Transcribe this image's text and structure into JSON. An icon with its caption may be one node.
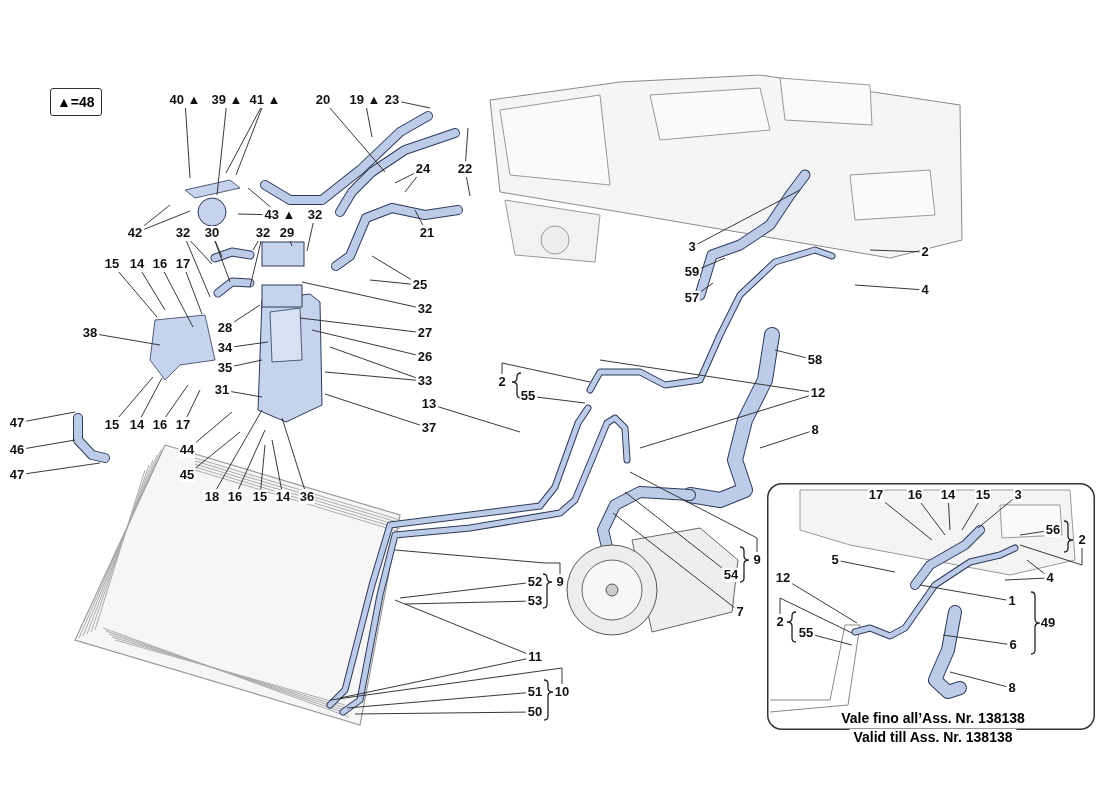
{
  "diagram": {
    "nodes": [
      {
        "text": [
          "▲=48"
        ]
      },
      {
        "text": [
          "40 ▲"
        ]
      },
      {
        "text": [
          "39 ▲"
        ]
      },
      {
        "text": [
          "41 ▲"
        ]
      },
      {
        "text": [
          "20"
        ]
      },
      {
        "text": [
          "19 ▲"
        ]
      },
      {
        "text": [
          "23"
        ]
      },
      {
        "text": [
          "24"
        ]
      },
      {
        "text": [
          "22"
        ]
      },
      {
        "text": [
          "43 ▲"
        ]
      },
      {
        "text": [
          "32"
        ]
      },
      {
        "text": [
          "42"
        ]
      },
      {
        "text": [
          "32"
        ]
      },
      {
        "text": [
          "30"
        ]
      },
      {
        "text": [
          "32"
        ]
      },
      {
        "text": [
          "29"
        ]
      },
      {
        "text": [
          "21"
        ]
      },
      {
        "text": [
          "15"
        ]
      },
      {
        "text": [
          "14"
        ]
      },
      {
        "text": [
          "16"
        ]
      },
      {
        "text": [
          "17"
        ]
      },
      {
        "text": [
          "25"
        ]
      },
      {
        "text": [
          "32"
        ]
      },
      {
        "text": [
          "28"
        ]
      },
      {
        "text": [
          "27"
        ]
      },
      {
        "text": [
          "38"
        ]
      },
      {
        "text": [
          "34"
        ]
      },
      {
        "text": [
          "26"
        ]
      },
      {
        "text": [
          "35"
        ]
      },
      {
        "text": [
          "33"
        ]
      },
      {
        "text": [
          "31"
        ]
      },
      {
        "text": [
          "37"
        ]
      },
      {
        "text": [
          "15"
        ]
      },
      {
        "text": [
          "14"
        ]
      },
      {
        "text": [
          "16"
        ]
      },
      {
        "text": [
          "17"
        ]
      },
      {
        "text": [
          "47"
        ]
      },
      {
        "text": [
          "46"
        ]
      },
      {
        "text": [
          "47"
        ]
      },
      {
        "text": [
          "44"
        ]
      },
      {
        "text": [
          "45"
        ]
      },
      {
        "text": [
          "18"
        ]
      },
      {
        "text": [
          "16"
        ]
      },
      {
        "text": [
          "15"
        ]
      },
      {
        "text": [
          "14"
        ]
      },
      {
        "text": [
          "36"
        ]
      },
      {
        "text": [
          "3"
        ]
      },
      {
        "text": [
          "2"
        ]
      },
      {
        "text": [
          "59"
        ]
      },
      {
        "text": [
          "4"
        ]
      },
      {
        "text": [
          "57"
        ]
      },
      {
        "text": [
          "58"
        ]
      },
      {
        "text": [
          "2"
        ]
      },
      {
        "text": [
          "12"
        ]
      },
      {
        "text": [
          "55"
        ]
      },
      {
        "text": [
          "13"
        ]
      },
      {
        "text": [
          "8"
        ]
      },
      {
        "text": [
          "9"
        ]
      },
      {
        "text": [
          "54"
        ]
      },
      {
        "text": [
          "7"
        ]
      },
      {
        "text": [
          "52"
        ]
      },
      {
        "text": [
          "9"
        ]
      },
      {
        "text": [
          "53"
        ]
      },
      {
        "text": [
          "11"
        ]
      },
      {
        "text": [
          "51"
        ]
      },
      {
        "text": [
          "10"
        ]
      },
      {
        "text": [
          "50"
        ]
      },
      {
        "text": [
          "Vale fino all’Ass. Nr. 138138",
          "Valid till Ass. Nr. 138138"
        ]
      },
      {
        "text": [
          "17"
        ],
        "in": 67
      },
      {
        "text": [
          "16"
        ],
        "in": 67
      },
      {
        "text": [
          "14"
        ],
        "in": 67
      },
      {
        "text": [
          "15"
        ],
        "in": 67
      },
      {
        "text": [
          "3"
        ],
        "in": 67
      },
      {
        "text": [
          "56"
        ],
        "in": 67
      },
      {
        "text": [
          "2"
        ],
        "in": 67
      },
      {
        "text": [
          "5"
        ],
        "in": 67
      },
      {
        "text": [
          "4"
        ],
        "in": 67
      },
      {
        "text": [
          "12"
        ],
        "in": 67
      },
      {
        "text": [
          "1"
        ],
        "in": 67
      },
      {
        "text": [
          "2"
        ],
        "in": 67
      },
      {
        "text": [
          "55"
        ],
        "in": 67
      },
      {
        "text": [
          "6"
        ],
        "in": 67
      },
      {
        "text": [
          "8"
        ],
        "in": 67
      },
      {
        "text": [
          "49"
        ],
        "in": 67
      }
    ],
    "edges": [
      {
        "from": 1,
        "to": null,
        "arrow": "none"
      },
      {
        "from": 2,
        "to": null,
        "arrow": "none"
      },
      {
        "from": 3,
        "to": null,
        "arrow": "none"
      },
      {
        "from": 3,
        "to": null,
        "arrow": "none"
      },
      {
        "from": 4,
        "to": null,
        "arrow": "none"
      },
      {
        "from": 5,
        "to": null,
        "arrow": "none"
      },
      {
        "from": 6,
        "to": null,
        "arrow": "none"
      },
      {
        "from": 7,
        "to": null,
        "arrow": "none"
      },
      {
        "from": 7,
        "to": null,
        "arrow": "none"
      },
      {
        "from": 8,
        "to": null,
        "arrow": "none"
      },
      {
        "from": 8,
        "to": null,
        "arrow": "none"
      },
      {
        "from": 9,
        "to": null,
        "arrow": "none"
      },
      {
        "from": 9,
        "to": null,
        "arrow": "none"
      },
      {
        "from": 10,
        "to": null,
        "arrow": "none"
      },
      {
        "from": 11,
        "to": null,
        "arrow": "none"
      },
      {
        "from": 11,
        "to": null,
        "arrow": "none"
      },
      {
        "from": 12,
        "to": null,
        "arrow": "none"
      },
      {
        "from": 12,
        "to": null,
        "arrow": "none"
      },
      {
        "from": 13,
        "to": null,
        "arrow": "none"
      },
      {
        "from": 13,
        "to": null,
        "arrow": "none"
      },
      {
        "from": 14,
        "to": null,
        "arrow": "none"
      },
      {
        "from": 14,
        "to": null,
        "arrow": "none"
      },
      {
        "from": 15,
        "to": null,
        "arrow": "none"
      },
      {
        "from": 16,
        "to": null,
        "arrow": "none"
      },
      {
        "from": 17,
        "to": null,
        "arrow": "none"
      },
      {
        "from": 18,
        "to": null,
        "arrow": "none"
      },
      {
        "from": 19,
        "to": null,
        "arrow": "none"
      },
      {
        "from": 20,
        "to": null,
        "arrow": "none"
      },
      {
        "from": 21,
        "to": null,
        "arrow": "none"
      },
      {
        "from": 21,
        "to": null,
        "arrow": "none"
      },
      {
        "from": 22,
        "to": null,
        "arrow": "none"
      },
      {
        "from": 23,
        "to": null,
        "arrow": "none"
      },
      {
        "from": 24,
        "to": null,
        "arrow": "none"
      },
      {
        "from": 25,
        "to": null,
        "arrow": "none"
      },
      {
        "from": 26,
        "to": null,
        "arrow": "none"
      },
      {
        "from": 27,
        "to": null,
        "arrow": "none"
      },
      {
        "from": 28,
        "to": null,
        "arrow": "none"
      },
      {
        "from": 29,
        "to": null,
        "arrow": "none"
      },
      {
        "from": 29,
        "to": null,
        "arrow": "none"
      },
      {
        "from": 30,
        "to": null,
        "arrow": "none"
      },
      {
        "from": 31,
        "to": null,
        "arrow": "none"
      },
      {
        "from": 32,
        "to": null,
        "arrow": "none"
      },
      {
        "from": 33,
        "to": null,
        "arrow": "none"
      },
      {
        "from": 34,
        "to": null,
        "arrow": "none"
      },
      {
        "from": 35,
        "to": null,
        "arrow": "none"
      },
      {
        "from": 36,
        "to": null,
        "arrow": "none"
      },
      {
        "from": 37,
        "to": null,
        "arrow": "none"
      },
      {
        "from": 38,
        "to": null,
        "arrow": "none"
      },
      {
        "from": 39,
        "to": null,
        "arrow": "none"
      },
      {
        "from": 40,
        "to": null,
        "arrow": "none"
      },
      {
        "from": 41,
        "to": null,
        "arrow": "none"
      },
      {
        "from": 42,
        "to": null,
        "arrow": "none"
      },
      {
        "from": 43,
        "to": null,
        "arrow": "none"
      },
      {
        "from": 44,
        "to": null,
        "arrow": "none"
      },
      {
        "from": 45,
        "to": null,
        "arrow": "none"
      },
      {
        "from": 46,
        "to": null,
        "arrow": "none"
      },
      {
        "from": 47,
        "to": null,
        "arrow": "none"
      },
      {
        "from": 48,
        "to": null,
        "arrow": "none"
      },
      {
        "from": 49,
        "to": null,
        "arrow": "none"
      },
      {
        "from": 50,
        "to": null,
        "arrow": "none"
      },
      {
        "from": 51,
        "to": null,
        "arrow": "none"
      },
      {
        "from": 52,
        "to": null,
        "arrow": "none"
      },
      {
        "from": 53,
        "to": null,
        "arrow": "none"
      },
      {
        "from": 53,
        "to": null,
        "arrow": "none"
      },
      {
        "from": 54,
        "to": null,
        "arrow": "none"
      },
      {
        "from": 55,
        "to": null,
        "arrow": "none"
      },
      {
        "from": 56,
        "to": null,
        "arrow": "none"
      },
      {
        "from": 57,
        "to": null,
        "arrow": "none"
      },
      {
        "from": 58,
        "to": null,
        "arrow": "none"
      },
      {
        "from": 59,
        "to": null,
        "arrow": "none"
      },
      {
        "from": 61,
        "to": null,
        "arrow": "none"
      },
      {
        "from": 60,
        "to": null,
        "arrow": "none"
      },
      {
        "from": 62,
        "to": null,
        "arrow": "none"
      },
      {
        "from": 63,
        "to": null,
        "arrow": "none"
      },
      {
        "from": 63,
        "to": null,
        "arrow": "none"
      },
      {
        "from": 64,
        "to": null,
        "arrow": "none"
      },
      {
        "from": 66,
        "to": null,
        "arrow": "none"
      },
      {
        "from": 65,
        "to": null,
        "arrow": "none"
      },
      {
        "from": 68,
        "to": null,
        "arrow": "none"
      },
      {
        "from": 69,
        "to": null,
        "arrow": "none"
      },
      {
        "from": 70,
        "to": null,
        "arrow": "none"
      },
      {
        "from": 71,
        "to": null,
        "arrow": "none"
      },
      {
        "from": 72,
        "to": null,
        "arrow": "none"
      },
      {
        "from": 73,
        "to": null,
        "arrow": "none"
      },
      {
        "from": 74,
        "to": null,
        "arrow": "none"
      },
      {
        "from": 75,
        "to": null,
        "arrow": "none"
      },
      {
        "from": 76,
        "to": null,
        "arrow": "none"
      },
      {
        "from": 76,
        "to": null,
        "arrow": "none"
      },
      {
        "from": 77,
        "to": null,
        "arrow": "none"
      },
      {
        "from": 78,
        "to": null,
        "arrow": "none"
      },
      {
        "from": 79,
        "to": null,
        "arrow": "none"
      },
      {
        "from": 80,
        "to": null,
        "arrow": "none"
      },
      {
        "from": 81,
        "to": null,
        "arrow": "none"
      },
      {
        "from": 82,
        "to": null,
        "arrow": "none"
      }
    ]
  }
}
